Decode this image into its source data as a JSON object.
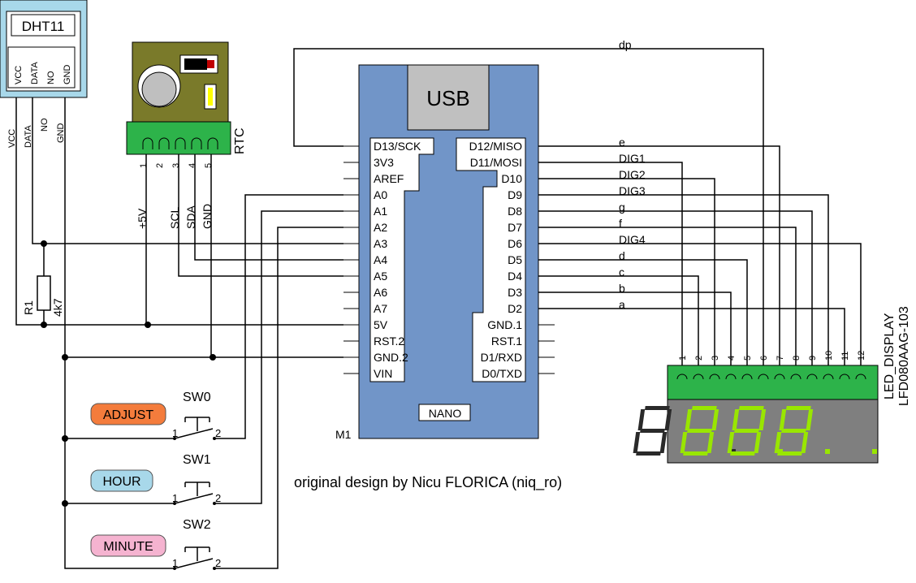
{
  "dht11": {
    "title": "DHT11",
    "pins_inner": [
      "VCC",
      "DATA",
      "NO",
      "GND"
    ],
    "pins_outer": [
      "VCC",
      "DATA",
      "NO",
      "GND"
    ]
  },
  "rtc": {
    "label": "RTC",
    "pin_numbers": [
      "1",
      "2",
      "3",
      "4",
      "5"
    ],
    "pin_names": [
      "+5V",
      "SCL",
      "SDA",
      "GND"
    ]
  },
  "nano": {
    "usb_label": "USB",
    "board_label": "NANO",
    "ref": "M1",
    "left_pins": [
      "D13/SCK",
      "3V3",
      "AREF",
      "A0",
      "A1",
      "A2",
      "A3",
      "A4",
      "A5",
      "A6",
      "A7",
      "5V",
      "RST.2",
      "GND.2",
      "VIN"
    ],
    "right_pins": [
      "D12/MISO",
      "D11/MOSI",
      "D10",
      "D9",
      "D8",
      "D7",
      "D6",
      "D5",
      "D4",
      "D3",
      "D2",
      "GND.1",
      "RST.1",
      "D1/RXD",
      "D0/TXD"
    ]
  },
  "net_labels": {
    "dp": "dp",
    "e": "e",
    "dig1": "DIG1",
    "dig2": "DIG2",
    "dig3": "DIG3",
    "g": "g",
    "f": "f",
    "dig4": "DIG4",
    "d": "d",
    "c": "c",
    "b": "b",
    "a": "a"
  },
  "resistor": {
    "ref": "R1",
    "value": "4k7"
  },
  "switches": [
    {
      "ref": "SW0",
      "button": "ADJUST",
      "color": "#f47c3c",
      "pin1": "1",
      "pin2": "2"
    },
    {
      "ref": "SW1",
      "button": "HOUR",
      "color": "#a8d8ea",
      "pin1": "1",
      "pin2": "2"
    },
    {
      "ref": "SW2",
      "button": "MINUTE",
      "color": "#f5b3d0",
      "pin1": "1",
      "pin2": "2"
    }
  ],
  "display": {
    "label": "LED_DISPLAY",
    "part": "LFD080AAG-103",
    "pin_numbers": [
      "1",
      "2",
      "3",
      "4",
      "5",
      "6",
      "7",
      "8",
      "9",
      "10",
      "11",
      "12"
    ],
    "header_color": "#2db34a",
    "digit_color": "#99e600"
  },
  "credit": "original design by Nicu FLORICA (niq_ro)",
  "colors": {
    "nano_body": "#7195c8",
    "usb": "#c0c0c0",
    "rtc_board": "#7a7a2a",
    "rtc_header": "#2db34a",
    "dht_body": "#a8d8ea"
  }
}
